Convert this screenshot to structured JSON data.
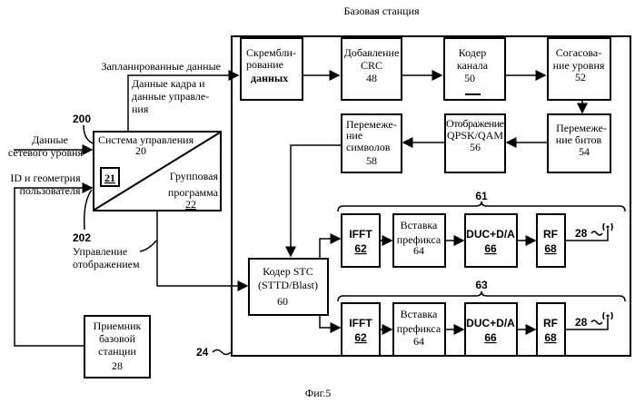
{
  "title": "Базовая станция",
  "caption": "Фиг.5",
  "ref_main": "24",
  "inputs": {
    "scheduled_data": "Запланированные данные",
    "frame_control": [
      "Данные кадра и",
      "данные управле-",
      "ния"
    ],
    "network_data": [
      "Данные",
      "сетевого уровня"
    ],
    "user_id": [
      "ID и геометрия",
      "пользователя"
    ],
    "ref_200": "200",
    "ref_202": "202",
    "mapping_control": [
      "Управление",
      "отображением"
    ]
  },
  "control_system": {
    "label": "Система управления",
    "num": "20",
    "inner_num": "21",
    "group_label": [
      "Групповая",
      "программа"
    ],
    "group_num": "22"
  },
  "blocks": {
    "scrambling": [
      "Скрембли-",
      "рование",
      "данных"
    ],
    "crc": [
      "Добавление",
      "CRC",
      "48"
    ],
    "channel_encoder": [
      "Кодер",
      "канала",
      "50"
    ],
    "rate_matching": [
      "Согасова-",
      "ние уровня",
      "52"
    ],
    "bit_interleave": [
      "Перемеже-",
      "ние битов",
      "54"
    ],
    "qpsk": [
      "Отображение",
      "QPSK/QAM",
      "56"
    ],
    "symbol_interleave": [
      "Перемеже-",
      "ние",
      "символов",
      "58"
    ],
    "stc": [
      "Кодер STC",
      "(STTD/Blast)",
      "60"
    ]
  },
  "chains": [
    {
      "ref": "61",
      "ifft": [
        "IFFT",
        "62"
      ],
      "prefix": [
        "Вставка",
        "префикса",
        "64"
      ],
      "duc": [
        "DUC+D/A",
        "66"
      ],
      "rf": [
        "RF",
        "68"
      ],
      "antenna": "28"
    },
    {
      "ref": "63",
      "ifft": [
        "IFFT",
        "62"
      ],
      "prefix": [
        "Вставка",
        "префикса",
        "64"
      ],
      "duc": [
        "DUC+D/A",
        "66"
      ],
      "rf": [
        "RF",
        "68"
      ],
      "antenna": "28"
    }
  ],
  "receiver": [
    "Приемник",
    "базовой",
    "станции",
    "28"
  ]
}
